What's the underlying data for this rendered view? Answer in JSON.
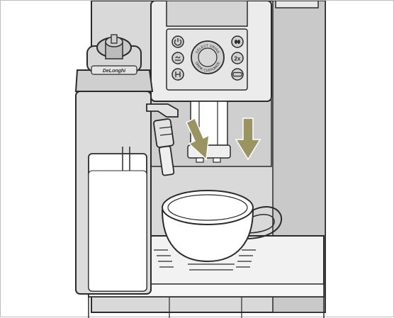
{
  "brand": "DeLonghi",
  "control_panel": {
    "knob_text_top": "SELECT DRINK",
    "knob_text_bottom": "DRINK CUSTOMIZE",
    "btn_2x": "2x"
  },
  "colors": {
    "outline": "#2b2b2b",
    "body_gray": "#d9d9d9",
    "light_gray": "#ececec",
    "panel_gray": "#c8c8c8",
    "arrow_olive": "#9a9362",
    "white": "#ffffff"
  }
}
